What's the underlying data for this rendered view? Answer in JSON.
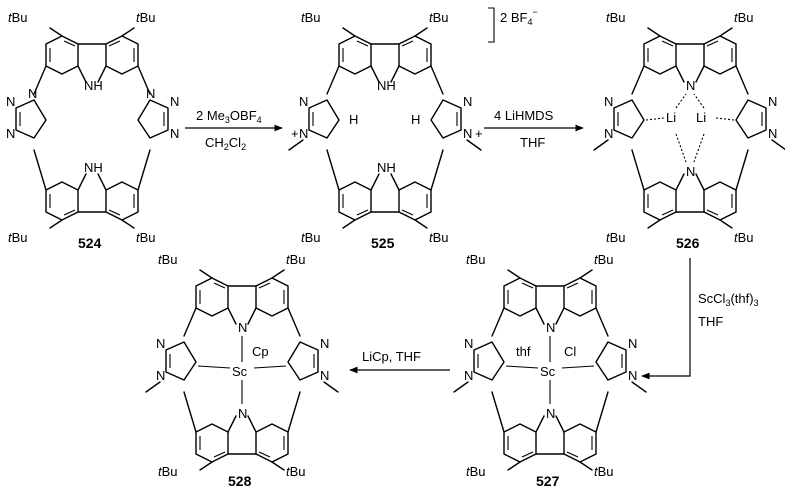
{
  "tbu_label": "tBu",
  "tbu_italic": "t",
  "tbu_rest": "Bu",
  "atoms": {
    "N": "N",
    "NH": "NH",
    "H": "H",
    "Li": "Li",
    "Sc": "Sc",
    "plus": "+",
    "thf": "thf",
    "Cl": "Cl",
    "Cp": "Cp"
  },
  "counter_ion": {
    "prefix": "2 BF",
    "sub": "4",
    "sup": "−"
  },
  "compounds": {
    "c524": "524",
    "c525": "525",
    "c526": "526",
    "c527": "527",
    "c528": "528"
  },
  "arrows": {
    "a1": {
      "top_pre": "2 Me",
      "top_sub1": "3",
      "top_mid": "OBF",
      "top_sub2": "4",
      "bottom_pre": "CH",
      "bottom_sub1": "2",
      "bottom_mid": "Cl",
      "bottom_sub2": "2"
    },
    "a2": {
      "top": "4 LiHMDS",
      "bottom": "THF"
    },
    "a3": {
      "top_pre": "ScCl",
      "top_sub1": "3",
      "top_mid": "(thf)",
      "top_sub2": "3",
      "bottom": "THF"
    },
    "a4": {
      "top": "LiCp, THF"
    }
  }
}
